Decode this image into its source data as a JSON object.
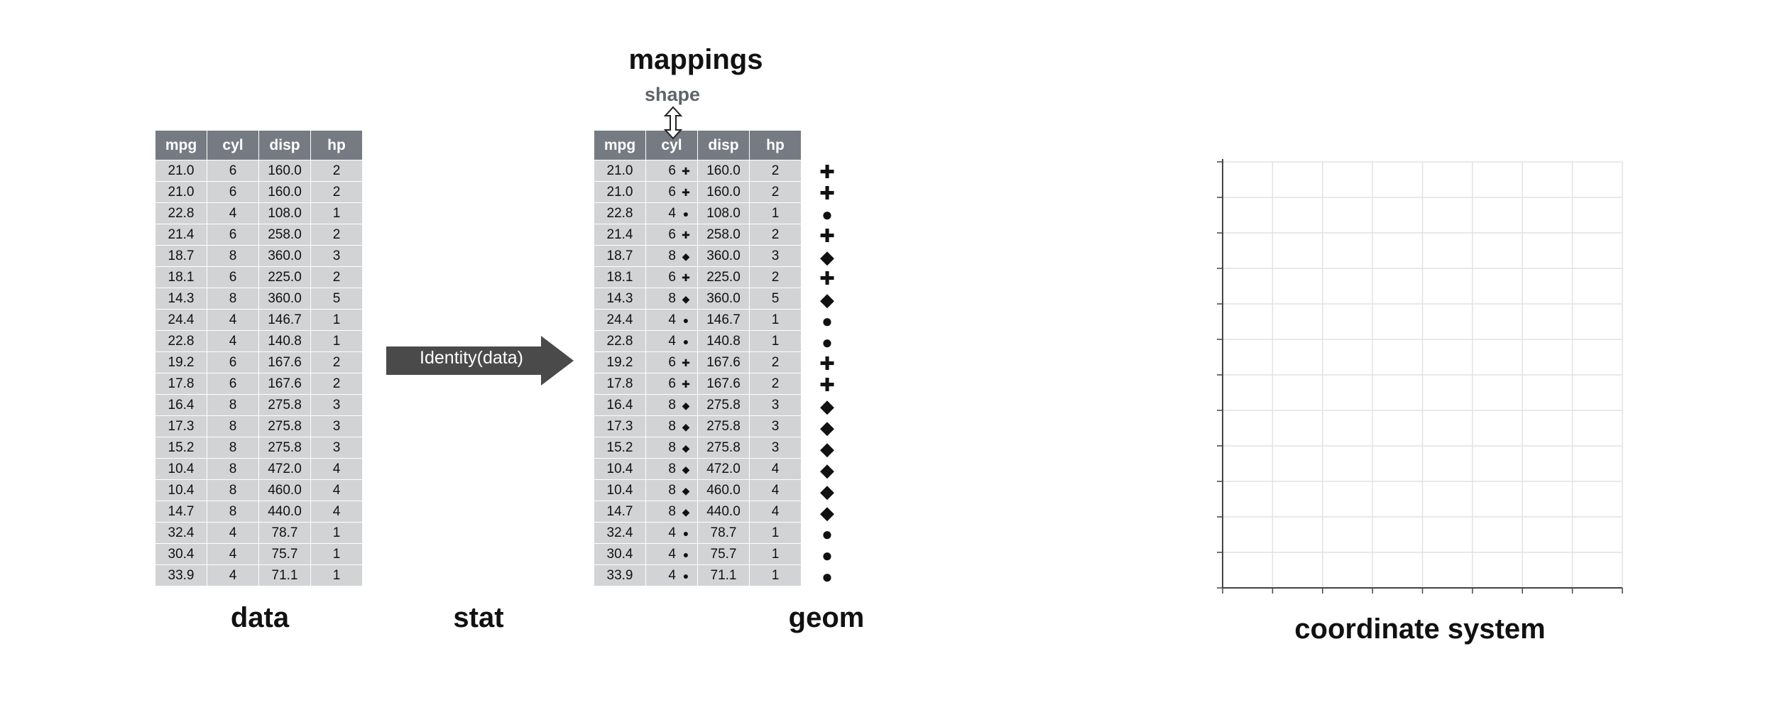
{
  "table": {
    "columns": [
      "mpg",
      "cyl",
      "disp",
      "hp"
    ],
    "rows": [
      [
        "21.0",
        "6",
        "160.0",
        "2"
      ],
      [
        "21.0",
        "6",
        "160.0",
        "2"
      ],
      [
        "22.8",
        "4",
        "108.0",
        "1"
      ],
      [
        "21.4",
        "6",
        "258.0",
        "2"
      ],
      [
        "18.7",
        "8",
        "360.0",
        "3"
      ],
      [
        "18.1",
        "6",
        "225.0",
        "2"
      ],
      [
        "14.3",
        "8",
        "360.0",
        "5"
      ],
      [
        "24.4",
        "4",
        "146.7",
        "1"
      ],
      [
        "22.8",
        "4",
        "140.8",
        "1"
      ],
      [
        "19.2",
        "6",
        "167.6",
        "2"
      ],
      [
        "17.8",
        "6",
        "167.6",
        "2"
      ],
      [
        "16.4",
        "8",
        "275.8",
        "3"
      ],
      [
        "17.3",
        "8",
        "275.8",
        "3"
      ],
      [
        "15.2",
        "8",
        "275.8",
        "3"
      ],
      [
        "10.4",
        "8",
        "472.0",
        "4"
      ],
      [
        "10.4",
        "8",
        "460.0",
        "4"
      ],
      [
        "14.7",
        "8",
        "440.0",
        "4"
      ],
      [
        "32.4",
        "4",
        "78.7",
        "1"
      ],
      [
        "30.4",
        "4",
        "75.7",
        "1"
      ],
      [
        "33.9",
        "4",
        "71.1",
        "1"
      ]
    ]
  },
  "shape_map": {
    "4": "●",
    "6": "✚",
    "8": "◆"
  },
  "labels": {
    "data": "data",
    "stat": "stat",
    "geom": "geom",
    "mappings": "mappings",
    "shape": "shape",
    "coordinate_system": "coordinate system",
    "stat_arrow": "Identity(data)"
  },
  "colors": {
    "header_bg": "#767b83",
    "cell_bg": "#d2d3d4",
    "arrow": "#4a4a4a",
    "grid": "#e2e2e2",
    "axis": "#444444"
  },
  "icons": {
    "mapping_arrow": "double-arrow-icon"
  }
}
